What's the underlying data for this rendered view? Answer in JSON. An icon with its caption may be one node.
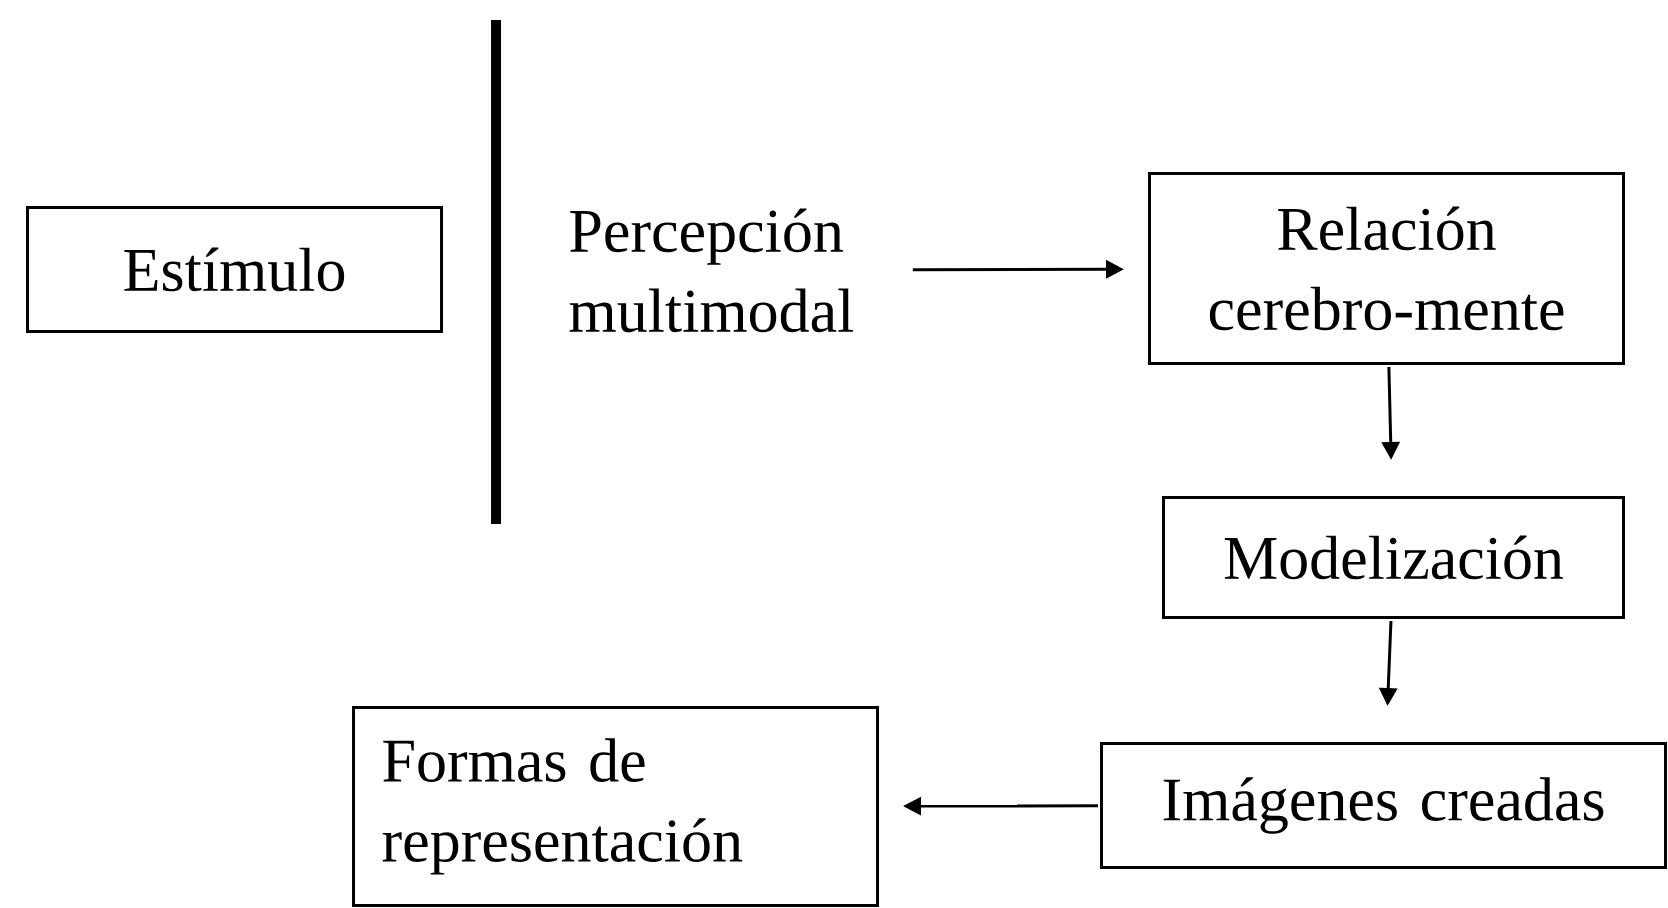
{
  "diagram": {
    "nodes": [
      {
        "text": [
          "Estímulo"
        ]
      },
      {
        "text": [
          "Percepción multimodal"
        ]
      },
      {
        "text": [
          "Relación cerebro-mente"
        ]
      },
      {
        "text": [
          "Modelización"
        ]
      },
      {
        "text": [
          "Imágenes creadas"
        ]
      },
      {
        "text": [
          "Formas de representación"
        ]
      }
    ],
    "edges": [
      {
        "from": 1,
        "to": 2,
        "arrow": "to"
      },
      {
        "from": 2,
        "to": 3,
        "arrow": "to"
      },
      {
        "from": 3,
        "to": 4,
        "arrow": "to"
      },
      {
        "from": 4,
        "to": 5,
        "arrow": "to"
      }
    ]
  }
}
